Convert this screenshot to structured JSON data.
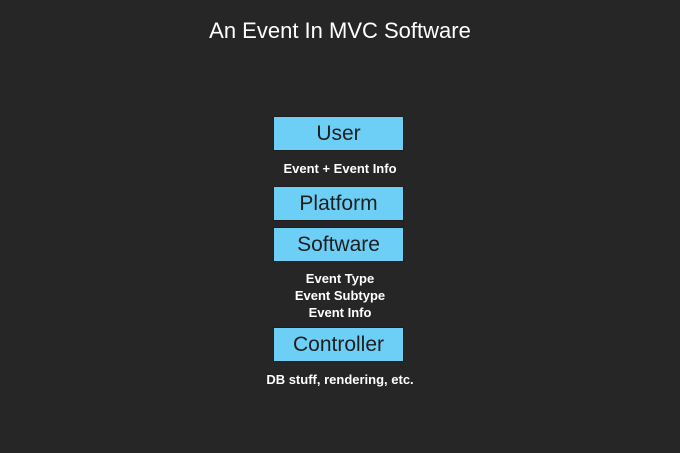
{
  "diagram": {
    "title": "An Event In MVC Software",
    "nodes": {
      "user": "User",
      "platform": "Platform",
      "software": "Software",
      "controller": "Controller"
    },
    "captions": {
      "user_to_platform": "Event + Event Info",
      "software_to_controller": [
        "Event Type",
        "Event Subtype",
        "Event Info"
      ],
      "after_controller": "DB stuff, rendering, etc."
    },
    "colors": {
      "background": "#262626",
      "node_fill": "#6dcff6",
      "node_text": "#1e1e1e",
      "caption_text": "#ffffff"
    }
  }
}
